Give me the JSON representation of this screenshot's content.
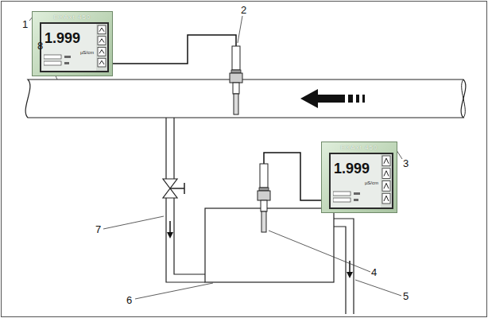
{
  "diagram": {
    "nodes": [
      {
        "text": [
          "EXAxt 450",
          "1.999",
          "µS/cm"
        ]
      },
      {
        "text": [
          "EXAxt 450",
          "1.999",
          "µS/cm"
        ]
      }
    ],
    "labels": [
      "1",
      "2",
      "3",
      "4",
      "5",
      "6",
      "7",
      "8"
    ]
  }
}
